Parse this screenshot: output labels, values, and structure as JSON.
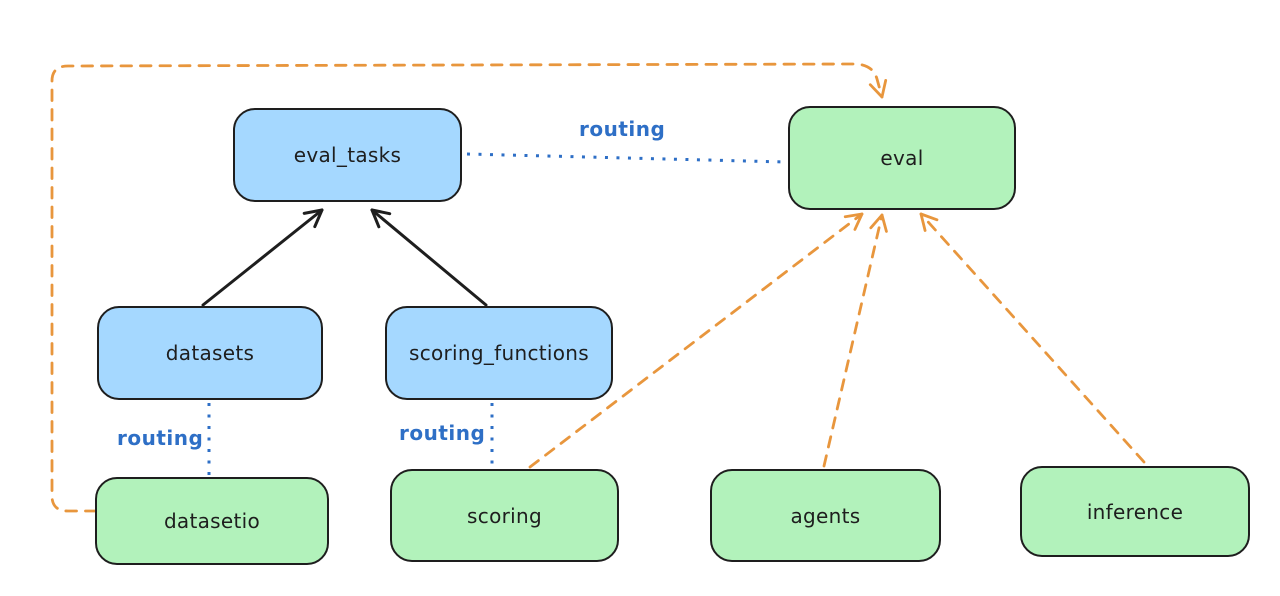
{
  "diagram": {
    "type": "architecture-flow-diagram",
    "colors": {
      "background": "#ffffff",
      "registry_fill": "#a5d8ff",
      "provider_fill": "#b2f2bb",
      "node_stroke": "#1e1e1e",
      "routing_color": "#2e6fc6",
      "impl_arrow_color": "#e8963d",
      "dependency_arrow_color": "#1e1e1e"
    },
    "nodes": [
      {
        "id": "eval_tasks",
        "label": "eval_tasks",
        "fill": "blue"
      },
      {
        "id": "eval",
        "label": "eval",
        "fill": "green"
      },
      {
        "id": "datasets",
        "label": "datasets",
        "fill": "blue"
      },
      {
        "id": "scoring_functions",
        "label": "scoring_functions",
        "fill": "blue"
      },
      {
        "id": "datasetio",
        "label": "datasetio",
        "fill": "green"
      },
      {
        "id": "scoring",
        "label": "scoring",
        "fill": "green"
      },
      {
        "id": "agents",
        "label": "agents",
        "fill": "green"
      },
      {
        "id": "inference",
        "label": "inference",
        "fill": "green"
      }
    ],
    "edge_labels": [
      {
        "id": "routing-eval_tasks-eval",
        "text": "routing"
      },
      {
        "id": "routing-datasets-datasetio",
        "text": "routing"
      },
      {
        "id": "routing-scoring_functions-scoring",
        "text": "routing"
      }
    ],
    "edges": [
      {
        "from": "datasets",
        "to": "eval_tasks",
        "style": "solid-black-arrow"
      },
      {
        "from": "scoring_functions",
        "to": "eval_tasks",
        "style": "solid-black-arrow"
      },
      {
        "from": "eval_tasks",
        "to": "eval",
        "style": "dotted-blue",
        "label": "routing"
      },
      {
        "from": "datasets",
        "to": "datasetio",
        "style": "dotted-blue",
        "label": "routing"
      },
      {
        "from": "scoring_functions",
        "to": "scoring",
        "style": "dotted-blue",
        "label": "routing"
      },
      {
        "from": "datasetio",
        "to": "eval",
        "style": "dashed-orange-arrow",
        "route": "around-left-and-top"
      },
      {
        "from": "scoring",
        "to": "eval",
        "style": "dashed-orange-arrow"
      },
      {
        "from": "agents",
        "to": "eval",
        "style": "dashed-orange-arrow"
      },
      {
        "from": "inference",
        "to": "eval",
        "style": "dashed-orange-arrow"
      }
    ]
  }
}
